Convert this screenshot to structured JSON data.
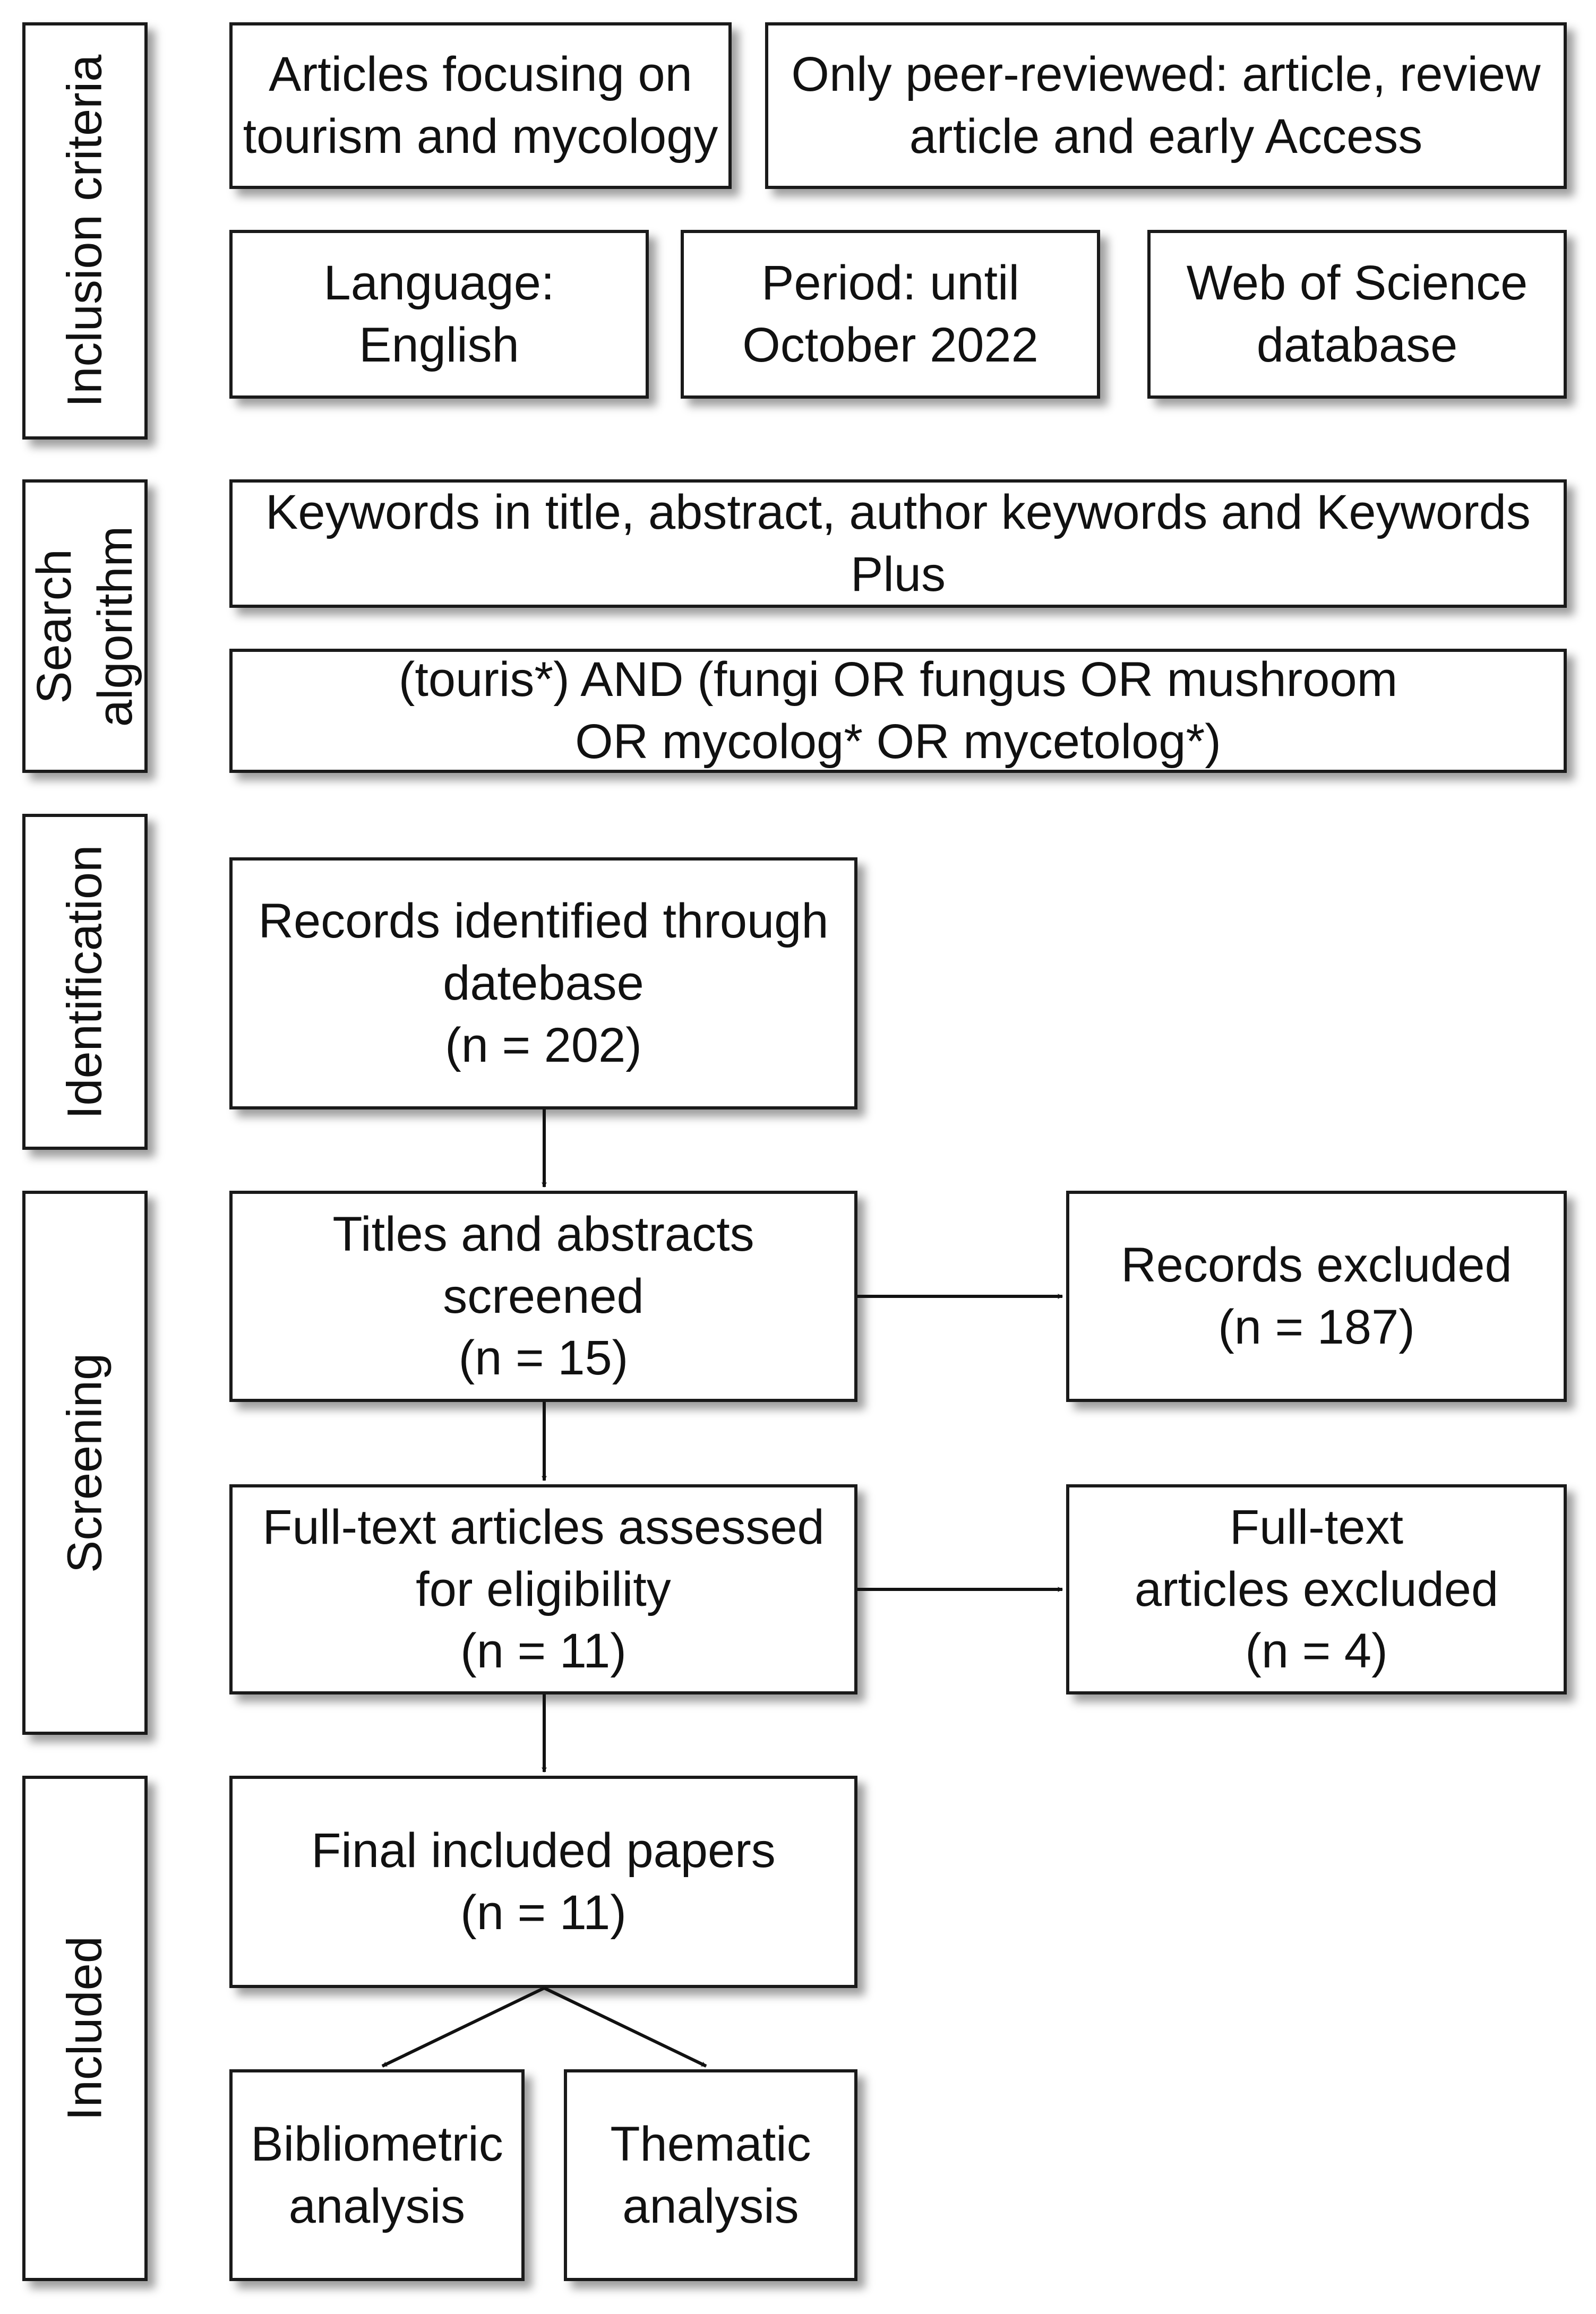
{
  "sections": {
    "inclusion": "Inclusion criteria",
    "search": [
      "Search",
      "algorithm"
    ],
    "identification": "Identification",
    "screening": "Screening",
    "included": "Included"
  },
  "criteria": {
    "topic": [
      "Articles focusing on",
      "tourism and mycology"
    ],
    "doc_types": [
      "Only peer-reviewed: article, review",
      "article and early Access"
    ],
    "language": [
      "Language:",
      "English"
    ],
    "period": [
      "Period: until",
      "October 2022"
    ],
    "database": [
      "Web of Science",
      "database"
    ]
  },
  "search": {
    "fields": [
      "Keywords in title, abstract, author keywords and Keywords",
      "Plus"
    ],
    "query": [
      "(touris*) AND (fungi OR fungus OR mushroom",
      "OR mycolog* OR mycetolog*)"
    ]
  },
  "flow": {
    "identified": [
      "Records identified through",
      "datebase",
      "(n = 202)"
    ],
    "screened": [
      "Titles and abstracts",
      "screened",
      "(n = 15)"
    ],
    "excluded_records": [
      "Records excluded",
      "(n = 187)"
    ],
    "eligibility": [
      "Full-text articles assessed",
      "for eligibility",
      "(n = 11)"
    ],
    "excluded_fulltext": [
      "Full-text",
      "articles excluded",
      "(n = 4)"
    ],
    "final": [
      "Final included papers",
      "(n = 11)"
    ],
    "bibliometric": [
      "Bibliometric",
      "analysis"
    ],
    "thematic": [
      "Thematic",
      "analysis"
    ]
  }
}
